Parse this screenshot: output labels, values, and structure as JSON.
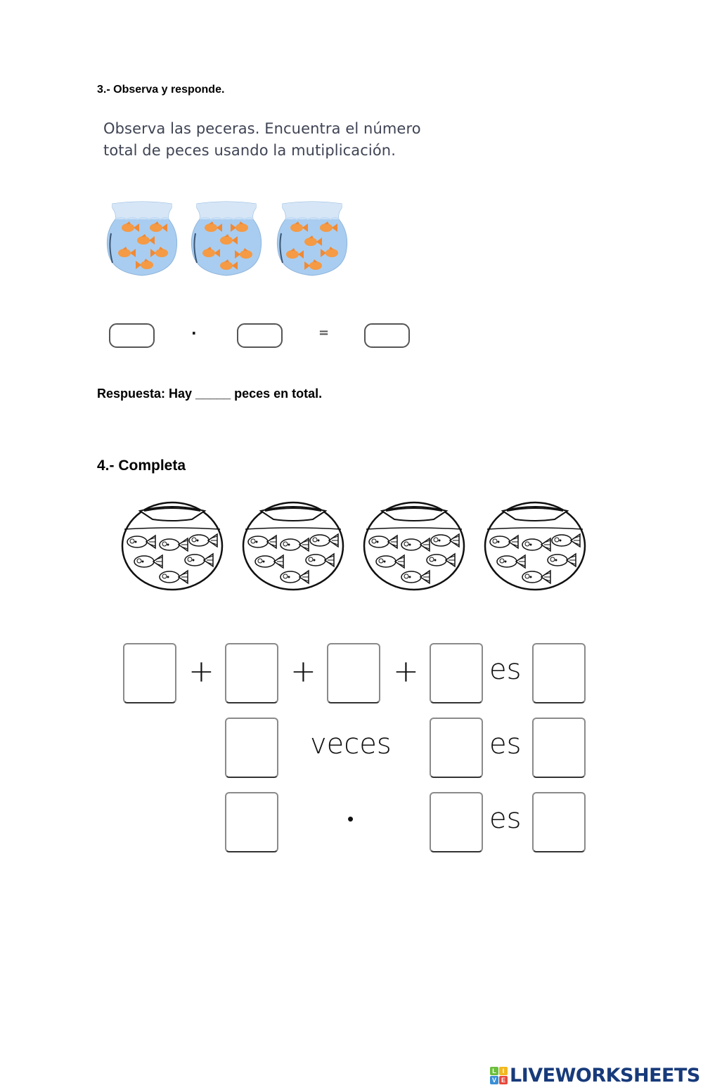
{
  "section3": {
    "title": "3.- Observa y responde.",
    "instruction_line1": "Observa las peceras. Encuentra el número",
    "instruction_line2": "total de peces usando la mutiplicación.",
    "bowls": [
      {
        "fish_count": 6,
        "fish_color": "#f59a45",
        "water_color": "#a9cdf0"
      },
      {
        "fish_count": 6,
        "fish_color": "#f59a45",
        "water_color": "#a9cdf0"
      },
      {
        "fish_count": 6,
        "fish_color": "#f59a45",
        "water_color": "#a9cdf0"
      }
    ],
    "equation": {
      "operator": "·",
      "equals": "=",
      "box1_value": "",
      "box2_value": "",
      "result_value": ""
    },
    "answer": "Respuesta: Hay _____ peces en total."
  },
  "section4": {
    "title": "4.- Completa",
    "bowls": [
      {
        "fish_count": 6
      },
      {
        "fish_count": 6
      },
      {
        "fish_count": 6
      },
      {
        "fish_count": 6
      }
    ],
    "row1": {
      "plus": "+",
      "es": "es"
    },
    "row2": {
      "veces": "veces",
      "es": "es"
    },
    "row3": {
      "dot": "•",
      "es": "es"
    }
  },
  "footer": {
    "logo_blocks": [
      {
        "letter": "L",
        "color": "#6cbf3c"
      },
      {
        "letter": "I",
        "color": "#f2b820"
      },
      {
        "letter": "V",
        "color": "#3a8fd6"
      },
      {
        "letter": "E",
        "color": "#e8483b"
      }
    ],
    "logo_text": "LIVEWORKSHEETS"
  }
}
